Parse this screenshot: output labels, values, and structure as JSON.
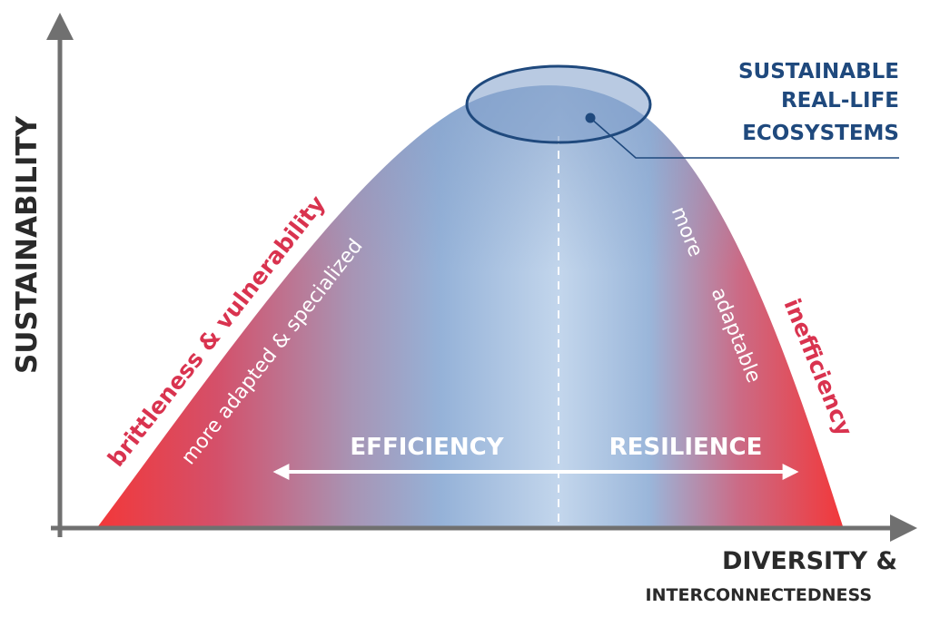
{
  "axes": {
    "y_label": "SUSTAINABILITY",
    "x_label_line1": "DIVERSITY &",
    "x_label_line2": "INTERCONNECTEDNESS"
  },
  "peak_callout": {
    "line1": "SUSTAINABLE",
    "line2": "REAL-LIFE",
    "line3": "ECOSYSTEMS"
  },
  "left_side": {
    "outer_label": "brittleness & vulnerability",
    "inner_label": "more adapted & specialized"
  },
  "right_side": {
    "outer_label": "inefficiency",
    "inner_label_1": "more",
    "inner_label_2": "adaptable"
  },
  "axis_arrows": {
    "left_label": "EFFICIENCY",
    "right_label": "RESILIENCE"
  },
  "colors": {
    "axis": "#707070",
    "red": "#f2383a",
    "blue_light": "#c3d6ec",
    "blue_mid": "#90afd6",
    "accent_red": "#d9334f",
    "navy": "#1f497d"
  }
}
